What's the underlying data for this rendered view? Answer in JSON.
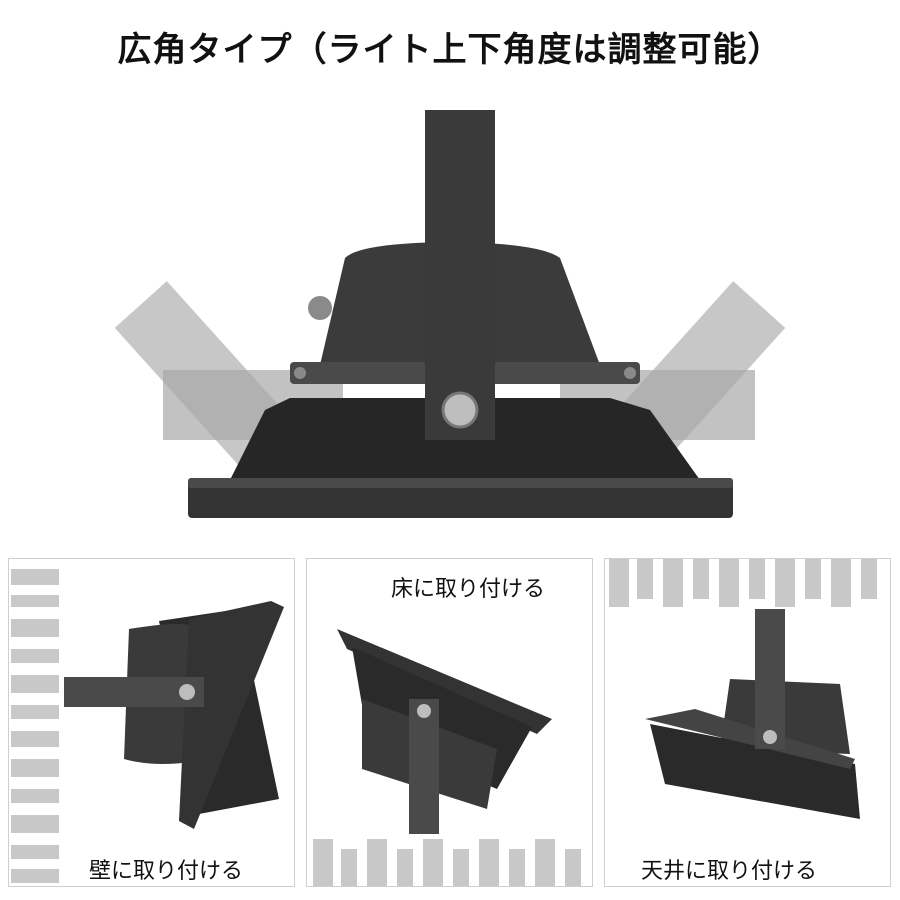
{
  "title": "広角タイプ（ライト上下角度は調整可能）",
  "panels": [
    {
      "caption": "壁に取り付ける"
    },
    {
      "caption": "床に取り付ける"
    },
    {
      "caption": "天井に取り付ける"
    }
  ],
  "colors": {
    "light_body": "#2b2b2b",
    "bracket": "#3a3a3a",
    "ghost": "#b5b5b5",
    "texture": "#c8c8c8"
  }
}
